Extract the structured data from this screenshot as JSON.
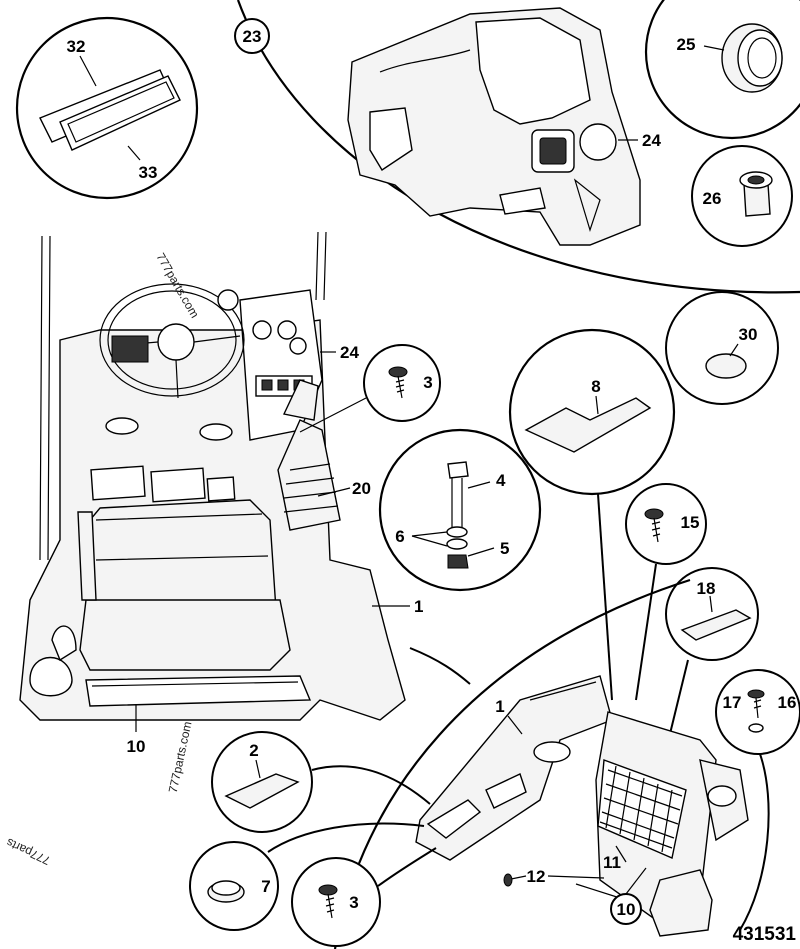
{
  "callouts": {
    "c32": "32",
    "c33": "33",
    "c23": "23",
    "c25": "25",
    "c24a": "24",
    "c26": "26",
    "c24b": "24",
    "c3a": "3",
    "c30": "30",
    "c8": "8",
    "c4": "4",
    "c6": "6",
    "c5": "5",
    "c20": "20",
    "c15": "15",
    "c18": "18",
    "c1a": "1",
    "c16": "16",
    "c17": "17",
    "c10a": "10",
    "c1b": "1",
    "c2": "2",
    "c11": "11",
    "c12": "12",
    "c10b": "10",
    "c7": "7",
    "c3b": "3"
  },
  "figure_number": "431531",
  "watermarks": {
    "w1": "777parts.com",
    "w2": "777parts.com",
    "w3": "777parts"
  }
}
